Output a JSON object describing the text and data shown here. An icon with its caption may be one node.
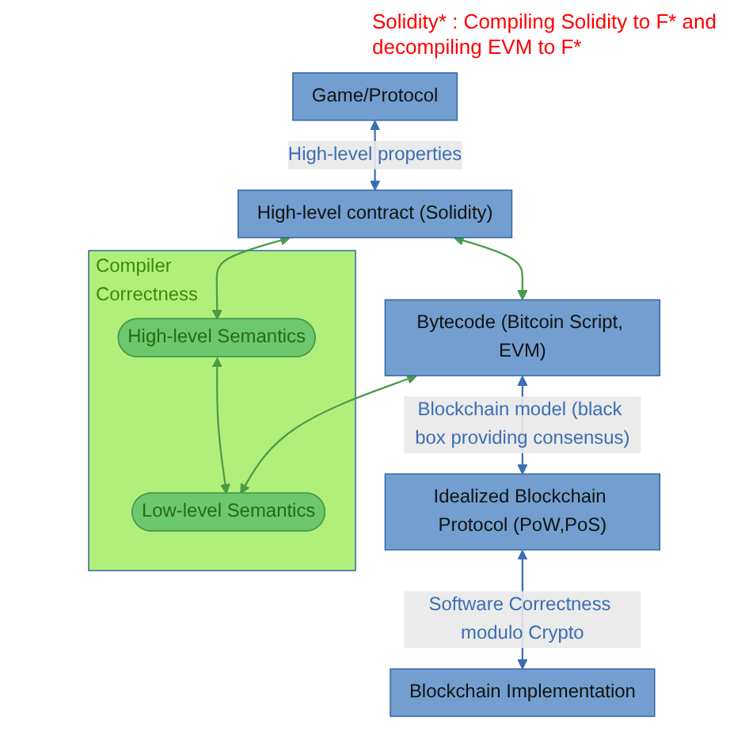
{
  "diagram": {
    "nodes": [
      {
        "text": [
          "Game/Protocol"
        ]
      },
      {
        "text": [
          "High-level contract (Solidity)"
        ]
      },
      {
        "text": [
          "Compiler Correctness"
        ]
      },
      {
        "text": [
          "High-level Semantics"
        ],
        "in": 2
      },
      {
        "text": [
          "Bytecode (Bitcoin Script, EVM)"
        ]
      },
      {
        "text": [
          "Low-level Semantics"
        ],
        "in": 2
      },
      {
        "text": [
          "Idealized Blockchain Protocol (PoW,PoS)"
        ]
      },
      {
        "text": [
          "Blockchain Implementation"
        ]
      }
    ],
    "edges": [
      {
        "from": 0,
        "to": 1,
        "arrow": "both",
        "label": "High-level properties",
        "color": "#3c6eb4"
      },
      {
        "from": 1,
        "to": 3,
        "arrow": "both"
      },
      {
        "from": 1,
        "to": 4,
        "arrow": "both"
      },
      {
        "from": 3,
        "to": 5,
        "arrow": "both"
      },
      {
        "from": 4,
        "to": 5,
        "arrow": "both"
      },
      {
        "from": 4,
        "to": 6,
        "arrow": "both",
        "label": "Blockchain model (black box providing consensus)",
        "color": "#3c6eb4"
      },
      {
        "from": 6,
        "to": 7,
        "arrow": "both",
        "label": "Software Correctness modulo Crypto",
        "color": "#3c6eb4"
      }
    ],
    "labels": [
      "Solidity* : Compiling Solidity to F* and decompiling EVM to F*"
    ]
  }
}
